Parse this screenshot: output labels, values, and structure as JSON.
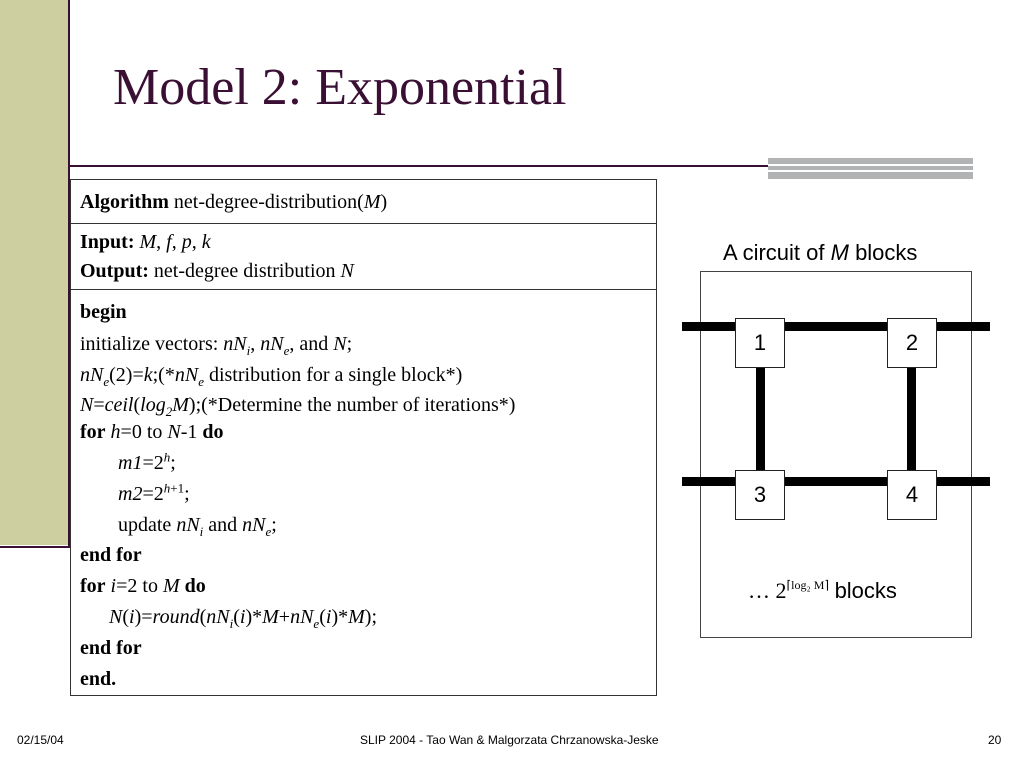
{
  "slide": {
    "title": "Model 2: Exponential",
    "colors": {
      "title": "#3a0f34",
      "sidebar": "#cdcfa0",
      "accent_bar": "#b1b3b4"
    }
  },
  "algorithm": {
    "header_keyword": "Algorithm",
    "header_name": "net-degree-distribution(",
    "header_arg": "M",
    "header_close": ")",
    "input_label": "Input:",
    "input_M": "M",
    "input_f": "f",
    "input_p": "p",
    "input_k": "k",
    "input_sep": ", ",
    "output_label": "Output:",
    "output_text": "net-degree distribution",
    "output_var": "N",
    "body": {
      "begin": "begin",
      "init_text": "initialize vectors:",
      "init_nN": "nN",
      "init_sub_i": "i",
      "init_comma": ",",
      "init_sub_e": "e",
      "init_and": ", and",
      "init_N": "N",
      "init_end": ";",
      "nne_var": "nN",
      "nne_sub": "e",
      "nne_mid": "(2)=",
      "nne_k": "k",
      "nne_comment_open": ";(*",
      "nne_comment_var": "nN",
      "nne_comment_sub": "e",
      "nne_comment_text": "distribution for a single block*)",
      "ceil_N": "N",
      "ceil_eq": "=",
      "ceil_fn": "ceil",
      "ceil_open": "(",
      "ceil_log": "log",
      "ceil_log_sub": "2",
      "ceil_M": "M",
      "ceil_comment": ");(*Determine the number of iterations*)",
      "for1_kw": "for",
      "for1_h": "h",
      "for1_range": "=0 to",
      "for1_N": "N",
      "for1_end": "-1",
      "for1_do": "do",
      "m1_var": "m1",
      "m1_eq": "=2",
      "m1_exp": "h",
      "m1_end": ";",
      "m2_var": "m2",
      "m2_eq": "=2",
      "m2_exp_h": "h",
      "m2_exp_rest": "+1",
      "m2_end": ";",
      "update_text": "update",
      "update_nN": "nN",
      "update_sub_i": "i",
      "update_and": "and",
      "update_sub_e": "e",
      "update_end": ";",
      "endfor1": "end for",
      "for2_kw": "for",
      "for2_i": "i",
      "for2_range": "=2 to",
      "for2_M": "M",
      "for2_do": "do",
      "round_N": "N",
      "round_open": "(",
      "round_i": "i",
      "round_close_eq": ")=",
      "round_fn": "round",
      "round_p1": "(",
      "round_nN1": "nN",
      "round_sub_i": "i",
      "round_p2": "(",
      "round_i2": "i",
      "round_p3": ")*",
      "round_M1": "M",
      "round_plus": "+",
      "round_nN2": "nN",
      "round_sub_e": "e",
      "round_p4": "(",
      "round_i3": "i",
      "round_p5": ")*",
      "round_M2": "M",
      "round_end": ");",
      "endfor2": "end for",
      "end": "end."
    }
  },
  "circuit": {
    "caption_pre": "A circuit of",
    "caption_var": "M",
    "caption_post": "blocks",
    "blocks": [
      "1",
      "2",
      "3",
      "4"
    ],
    "footer_dots": "…",
    "footer_base": "2",
    "footer_exp": "⌈log₂ M⌉",
    "footer_word": "blocks"
  },
  "footer": {
    "date": "02/15/04",
    "center": "SLIP 2004  - Tao Wan & Malgorzata Chrzanowska-Jeske",
    "page": "20"
  }
}
